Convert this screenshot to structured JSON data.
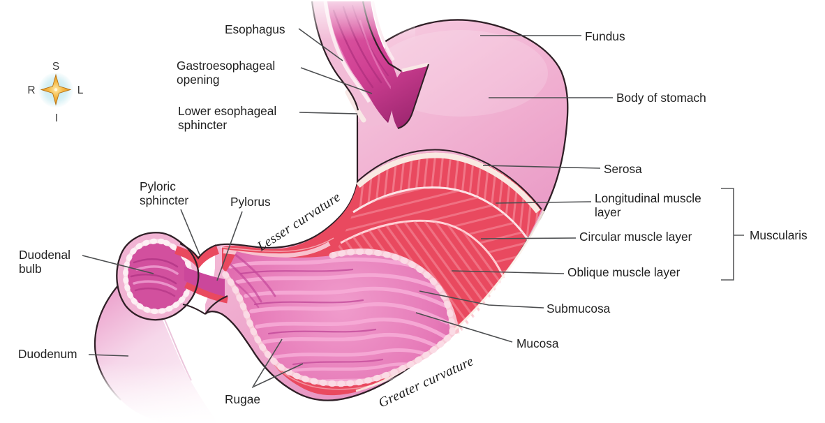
{
  "labels": {
    "esophagus": "Esophagus",
    "gastroesophageal_opening": "Gastroesophageal opening",
    "lower_esophageal_sphincter": "Lower esophageal sphincter",
    "fundus": "Fundus",
    "body_of_stomach": "Body of stomach",
    "serosa": "Serosa",
    "longitudinal_muscle_layer": "Longitudinal muscle layer",
    "circular_muscle_layer": "Circular muscle layer",
    "oblique_muscle_layer": "Oblique muscle layer",
    "muscularis": "Muscularis",
    "submucosa": "Submucosa",
    "mucosa": "Mucosa",
    "pyloric_sphincter": "Pyloric sphincter",
    "pylorus": "Pylorus",
    "duodenal_bulb": "Duodenal bulb",
    "duodenum": "Duodenum",
    "rugae": "Rugae"
  },
  "curvatures": {
    "lesser": "Lesser curvature",
    "greater": "Greater curvature"
  },
  "compass": {
    "superior": "S",
    "inferior": "I",
    "left": "L",
    "right": "R"
  },
  "palette": {
    "outline": "#2f1f26",
    "body_pink": "#f0aed0",
    "muscle_red": "#e9495f",
    "muscle_stripe": "#f79aa8",
    "mucosa_magenta": "#e06bad",
    "serosa_pale": "#f9e9e2",
    "scallop_pink": "#f8cbd8",
    "esophagus_interior": "#cf3f92",
    "label_text": "#1f1f1f",
    "leader_line": "#4c4e50",
    "star_gold": "#f0a42c",
    "compass_glow": "#bfe7ee"
  }
}
